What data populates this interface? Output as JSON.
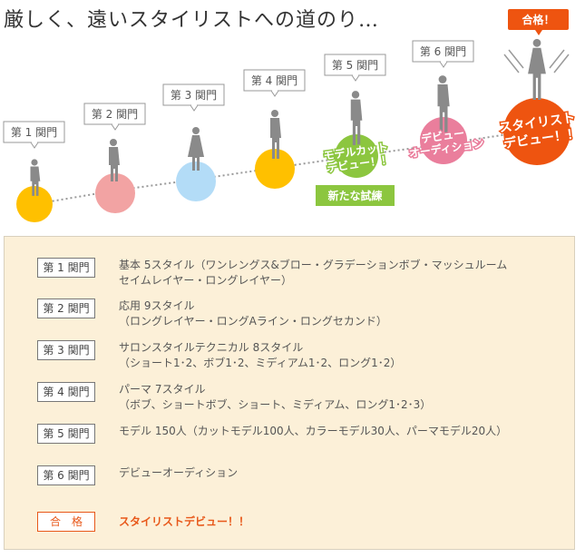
{
  "title": "厳しく、遠いスタイリストへの道のり…",
  "colors": {
    "yellow": "#ffc000",
    "pink": "#f2a3a3",
    "light_blue": "#b3dcf7",
    "green": "#8cc63f",
    "rose": "#ea7e9c",
    "orange_red": "#ee5410",
    "silhouette": "#8a8a8a"
  },
  "path": {
    "stages": [
      {
        "label": "第 1 関門",
        "color": "yellow"
      },
      {
        "label": "第 2 関門",
        "color": "pink"
      },
      {
        "label": "第 3 関門",
        "color": "light_blue"
      },
      {
        "label": "第 4 関門",
        "color": "yellow"
      },
      {
        "label": "第 5 関門",
        "color": "green",
        "circle_text": [
          "モデルカット",
          "デビュー！！"
        ]
      },
      {
        "label": "第 6 関門",
        "color": "rose",
        "circle_text": [
          "デビュー",
          "オーディション"
        ]
      }
    ],
    "goal": {
      "label": "合格！",
      "color": "orange_red",
      "circle_text": [
        "スタイリスト",
        "デビュー！！"
      ]
    },
    "ribbon": "新たな試練"
  },
  "list": [
    {
      "badge": "第 1 関門",
      "lines": [
        "基本 5スタイル（ワンレングス&ブロー・グラデーションボブ・マッシュルーム",
        "セイムレイヤー・ロングレイヤー）"
      ]
    },
    {
      "badge": "第 2 関門",
      "lines": [
        "応用 9スタイル",
        "（ロングレイヤー・ロングAライン・ロングセカンド）"
      ]
    },
    {
      "badge": "第 3 関門",
      "lines": [
        "サロンスタイルテクニカル 8スタイル",
        "（ショート1･2、ボブ1･2、ミディアム1･2、ロング1･2）"
      ]
    },
    {
      "badge": "第 4 関門",
      "lines": [
        "パーマ 7スタイル",
        "（ボブ、ショートボブ、ショート、ミディアム、ロング1･2･3）"
      ]
    },
    {
      "badge": "第 5 関門",
      "lines": [
        "モデル 150人（カットモデル100人、カラーモデル30人、パーマモデル20人）"
      ]
    },
    {
      "badge": "第 6 関門",
      "lines": [
        "デビューオーディション"
      ]
    },
    {
      "badge": "合　格",
      "lines": [
        "スタイリストデビュー！！"
      ],
      "goal": true
    }
  ]
}
